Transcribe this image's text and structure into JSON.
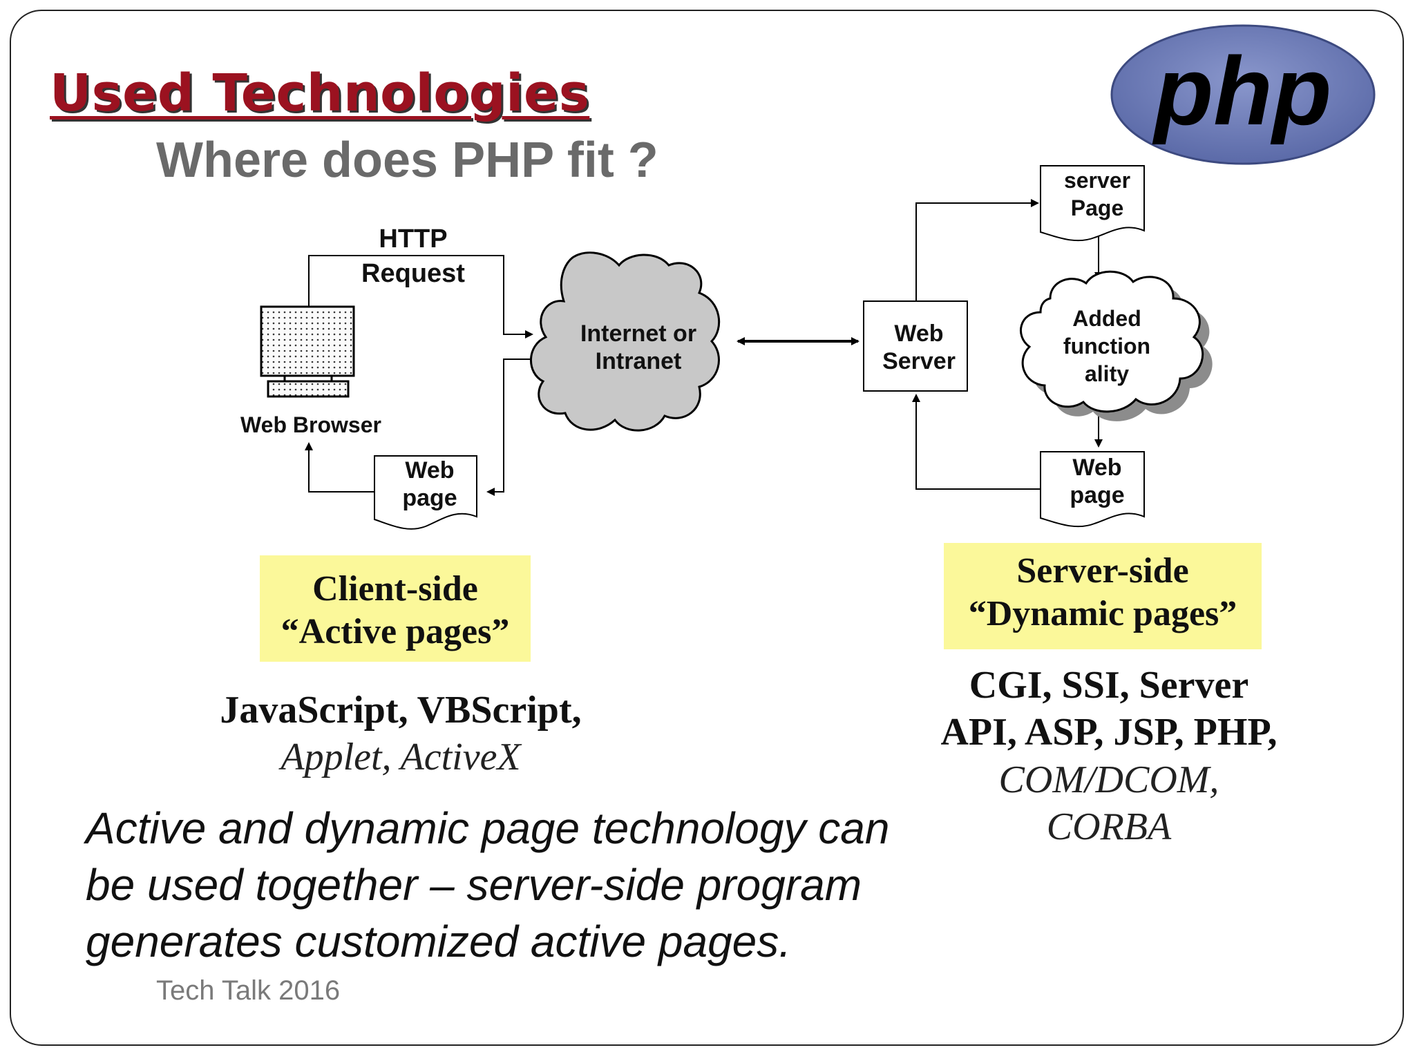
{
  "slide": {
    "title": "Used Technologies",
    "subtitle": "Where does PHP fit ?",
    "logo_text": "php",
    "footer": "Tech Talk 2016"
  },
  "diagram": {
    "http_request_line1": "HTTP",
    "http_request_line2": "Request",
    "web_browser": "Web Browser",
    "client_web_page_line1": "Web",
    "client_web_page_line2": "page",
    "internet_line1": "Internet or",
    "internet_line2": "Intranet",
    "web_server_line1": "Web",
    "web_server_line2": "Server",
    "server_page_line1": "server",
    "server_page_line2": "Page",
    "added_line1": "Added",
    "added_line2": "function",
    "added_line3": "ality",
    "server_web_page_line1": "Web",
    "server_web_page_line2": "page"
  },
  "client": {
    "label_line1": "Client-side",
    "label_line2": "“Active pages”",
    "tech_bold": "JavaScript, VBScript,",
    "tech_italic": "Applet, ActiveX"
  },
  "server": {
    "label_line1": "Server-side",
    "label_line2": "“Dynamic pages”",
    "tech_bold_line1": "CGI, SSI, Server",
    "tech_bold_line2": "API, ASP, JSP, PHP,",
    "tech_italic_line1": "COM/DCOM,",
    "tech_italic_line2": "CORBA"
  },
  "statement": "Active and dynamic page technology can be used together – server-side program generates customized active pages.",
  "colors": {
    "title": "#9b1220",
    "subtitle": "#6a6a6a",
    "highlight": "#fbf89a",
    "logo_oval": "#6b7bb5",
    "cloud": "#c8c8c8"
  }
}
